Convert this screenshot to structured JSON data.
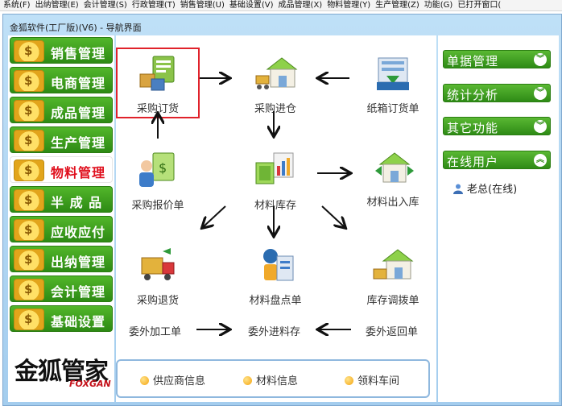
{
  "menu": [
    "系统(F)",
    "出纳管理(E)",
    "会计管理(S)",
    "行政管理(T)",
    "销售管理(U)",
    "基础设置(V)",
    "成品管理(X)",
    "物料管理(Y)",
    "生产管理(Z)",
    "功能(G)",
    "已打开窗口("
  ],
  "window": {
    "title": "金狐软件(工厂版)(V6) - 导航界面"
  },
  "sidebar": {
    "items": [
      {
        "label": "销售管理",
        "icon": "clipboard-icon",
        "active": false
      },
      {
        "label": "电商管理",
        "icon": "coin-icon",
        "active": false
      },
      {
        "label": "成品管理",
        "icon": "pencil-coin-icon",
        "active": false
      },
      {
        "label": "生产管理",
        "icon": "gear-coin-icon",
        "active": false
      },
      {
        "label": "物料管理",
        "icon": "coin-icon",
        "active": true
      },
      {
        "label": "半 成 品",
        "icon": "clipboard-icon",
        "active": false
      },
      {
        "label": "应收应付",
        "icon": "coin-icon",
        "active": false
      },
      {
        "label": "出纳管理",
        "icon": "globe-coin-icon",
        "active": false
      },
      {
        "label": "会计管理",
        "icon": "coin-icon",
        "active": false
      },
      {
        "label": "基础设置",
        "icon": "globe-coin-icon",
        "active": false
      }
    ],
    "logo": {
      "main": "金狐管家",
      "sub": "FOXGAN"
    }
  },
  "flow": {
    "purchase_order": "采购订货",
    "purchase_in": "采购进仓",
    "carton_order": "纸箱订货单",
    "purchase_quote": "采购报价单",
    "material_stock": "材料库存",
    "material_inout": "材料出入库",
    "purchase_return": "采购退货",
    "material_check": "材料盘点单",
    "stock_transfer": "库存调拨单",
    "outsourcing": "委外加工单",
    "outsource_in": "委外进料存",
    "outsource_return": "委外返回单"
  },
  "footer": {
    "links": [
      "供应商信息",
      "材料信息",
      "领料车间"
    ]
  },
  "panels": [
    {
      "label": "单据管理"
    },
    {
      "label": "统计分析"
    },
    {
      "label": "其它功能"
    },
    {
      "label": "在线用户"
    }
  ],
  "online_user": "老总(在线)",
  "colors": {
    "accent_green": "#2e8b16",
    "active_red": "#e0101e",
    "selection": "#e0222b"
  }
}
